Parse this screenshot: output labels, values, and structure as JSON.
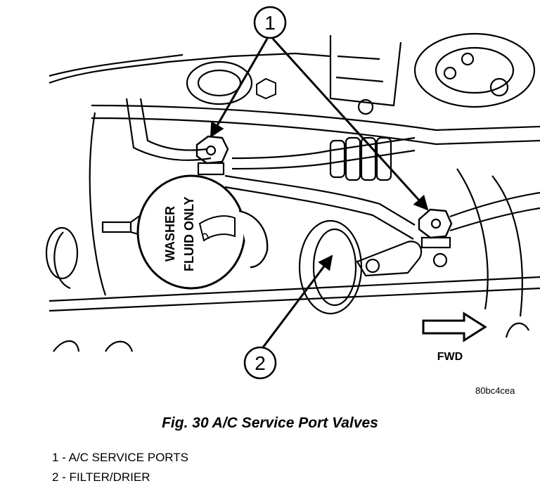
{
  "callouts": [
    "1",
    "2"
  ],
  "cap_text_line1": "WASHER",
  "cap_text_line2": "FLUID ONLY",
  "direction_label": "FWD",
  "figure_code": "80bc4cea",
  "caption": "Fig. 30 A/C Service Port Valves",
  "legend": [
    "1 - A/C SERVICE PORTS",
    "2 - FILTER/DRIER"
  ]
}
